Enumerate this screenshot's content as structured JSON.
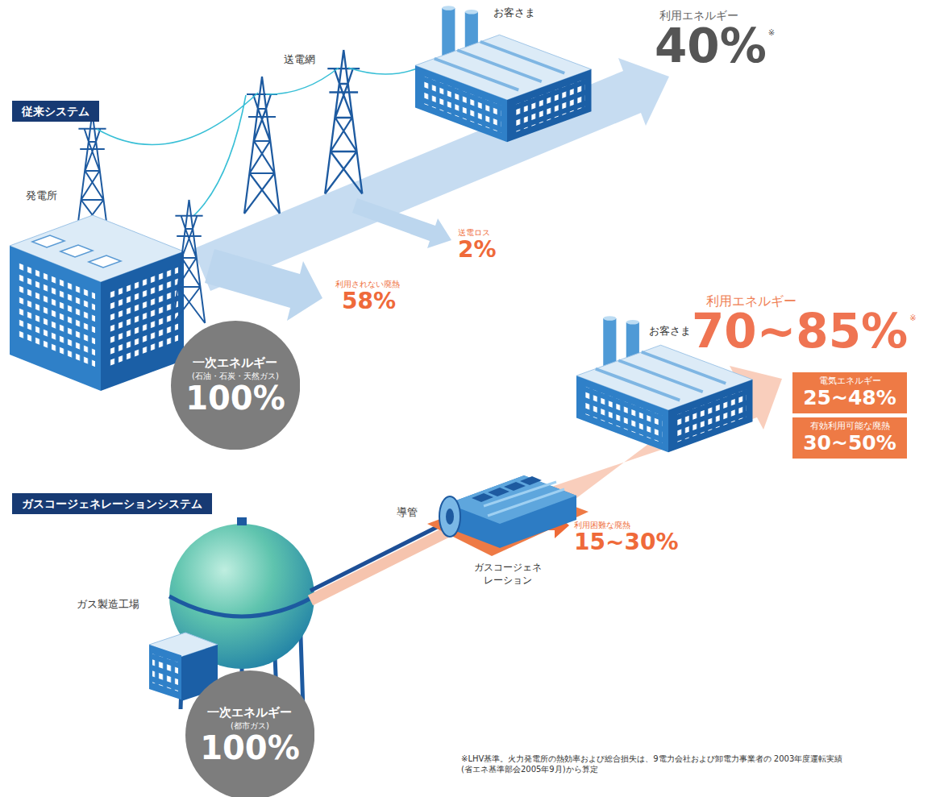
{
  "diagram": {
    "nodes": [
      {
        "text": [
          "従来システム"
        ]
      },
      {
        "text": [
          "一次エネルギー",
          "(石油・石炭・天然ガス)",
          "100%"
        ]
      },
      {
        "text": [
          "電気エネルギー",
          "25~48%"
        ]
      },
      {
        "text": [
          "有効利用可能な廃熱",
          "30~50%"
        ]
      },
      {
        "text": [
          "ガスコージェネレーションシステム"
        ]
      },
      {
        "text": [
          "一次エネルギー",
          "(都市ガス)",
          "100%"
        ]
      }
    ],
    "labels": [
      "利用エネルギー",
      "40%",
      "※",
      "お客さま",
      "送電網",
      "発電所",
      "送電ロス",
      "2%",
      "利用されない廃熱",
      "58%",
      "利用エネルギー",
      "70~85%",
      "※",
      "お客さま",
      "導管",
      "利用困難な廃熱",
      "15~30%",
      "ガスコージェネ レーション",
      "ガス製造工場",
      "※LHV基準。火力発電所の熱効率および総合損失は、9電力会社および卸電力事業者の 2003年度運転実績(省エネ基準部会2005年9月)から算定"
    ]
  }
}
